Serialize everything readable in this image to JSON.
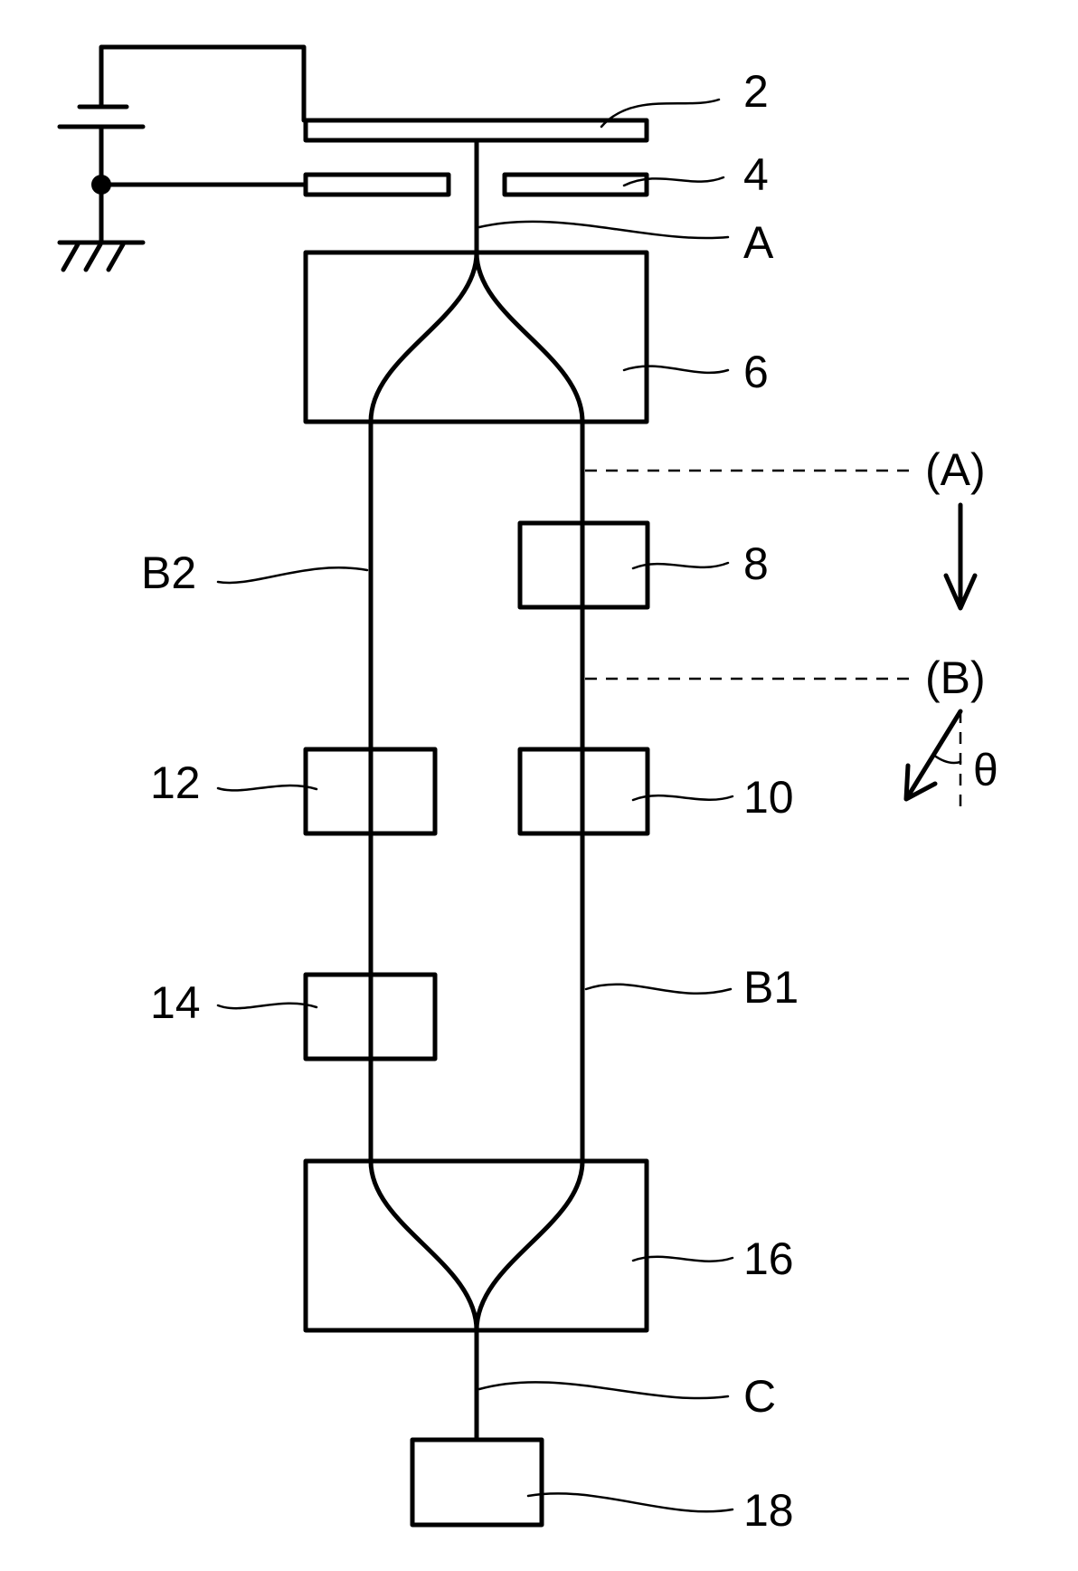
{
  "labels": {
    "lbl_2": "2",
    "lbl_4": "4",
    "lbl_A": "A",
    "lbl_6": "6",
    "lbl_pA": "(A)",
    "lbl_8": "8",
    "lbl_B2": "B2",
    "lbl_pB": "(B)",
    "lbl_theta": "θ",
    "lbl_12": "12",
    "lbl_10": "10",
    "lbl_14": "14",
    "lbl_B1": "B1",
    "lbl_16": "16",
    "lbl_C": "C",
    "lbl_18": "18"
  }
}
